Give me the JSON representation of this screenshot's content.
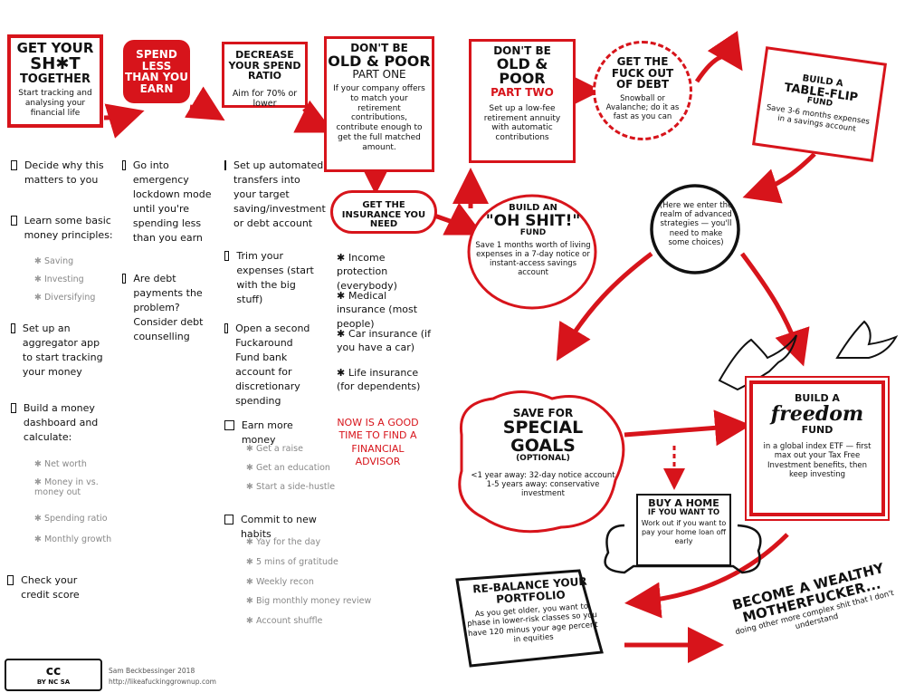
{
  "col1": {
    "title_line1": "GET YOUR",
    "title_line2": "SH✱T",
    "title_line3": "TOGETHER",
    "desc": "Start tracking and analysing your financial life",
    "tasks": [
      "Decide why this matters to you",
      "Learn some basic money principles:",
      "Set up an aggregator app to start tracking your money",
      "Build a money dashboard and calculate:",
      "Check your credit score"
    ],
    "principles": [
      "Saving",
      "Investing",
      "Diversifying"
    ],
    "metrics": [
      "Net worth",
      "Money in vs. money out",
      "Spending ratio",
      "Monthly growth"
    ]
  },
  "col2": {
    "title": "SPEND LESS THAN YOU EARN",
    "tasks": [
      "Go into emergency lockdown mode until you're spending less than you earn",
      "Are debt payments the problem? Consider debt counselling"
    ]
  },
  "col3": {
    "title": "DECREASE YOUR SPEND RATIO",
    "desc": "Aim for 70% or lower",
    "tasks": [
      "Set up automated transfers into your target saving/investment or debt account",
      "Trim your expenses (start with the big stuff)",
      "Open a second Fuckaround Fund bank account for discretionary spending",
      "Earn more money",
      "Commit to new habits"
    ],
    "earn_more": [
      "Get a raise",
      "Get an education",
      "Start a side-hustle"
    ],
    "habits": [
      "Yay for the day",
      "5 mins of gratitude",
      "Weekly recon",
      "Big monthly money review",
      "Account shuffle"
    ]
  },
  "part_one": {
    "title_a": "DON'T BE",
    "title_b": "OLD & POOR",
    "title_c": "PART ONE",
    "desc": "If your company offers to match your retirement contributions, contribute enough to get the full matched amount."
  },
  "insurance": {
    "title": "GET THE INSURANCE YOU NEED",
    "items": [
      "Income protection (everybody)",
      "Medical insurance (most people)",
      "Car insurance (if you have a car)",
      "Life insurance (for dependents)"
    ],
    "advisor": "NOW IS A GOOD TIME TO FIND A FINANCIAL ADVISOR"
  },
  "part_two": {
    "title_a": "DON'T BE",
    "title_b": "OLD & POOR",
    "title_c": "PART TWO",
    "desc": "Set up a low-fee retirement annuity with automatic contributions"
  },
  "debt": {
    "title": "GET THE FUCK OUT OF DEBT",
    "desc": "Snowball or Avalanche; do it as fast as you can"
  },
  "oh_shit": {
    "title_a": "BUILD AN",
    "title_b": "\"OH SHIT!\"",
    "title_c": "FUND",
    "desc": "Save 1 months worth of living expenses in a 7-day notice or instant-access savings account"
  },
  "table_flip": {
    "title_a": "BUILD A",
    "title_b": "TABLE-FLIP",
    "title_c": "FUND",
    "desc": "Save 3-6 months expenses in a savings account"
  },
  "advanced": {
    "text": "(Here we enter the realm of advanced strategies — you'll need to make some choices)"
  },
  "special_goals": {
    "title_a": "SAVE FOR",
    "title_b": "SPECIAL",
    "title_c": "GOALS",
    "optional": "(OPTIONAL)",
    "line1": "<1 year away: 32-day notice account",
    "line2": "1-5 years away: conservative investment"
  },
  "freedom": {
    "title_a": "BUILD A",
    "title_b": "freedom",
    "title_c": "FUND",
    "desc": "in a global index ETF — first max out your Tax Free Investment benefits, then keep investing"
  },
  "home": {
    "title": "BUY A HOME",
    "subtitle": "IF YOU WANT TO",
    "desc": "Work out if you want to pay your home loan off early"
  },
  "rebalance": {
    "title": "RE-BALANCE YOUR PORTFOLIO",
    "desc": "As you get older, you want to phase in lower-risk classes so you have 120 minus your age percent in equities"
  },
  "wealthy": {
    "title": "BECOME A WEALTHY MOTHERFUCKER...",
    "desc": "doing other more complex shit that I don't understand"
  },
  "footer": {
    "license_a": "cc",
    "license_b": "BY NC SA",
    "author": "Sam Beckbessinger 2018",
    "url": "http://likeafuckinggrownup.com"
  },
  "colors": {
    "accent": "#d7141b",
    "ink": "#111111"
  }
}
